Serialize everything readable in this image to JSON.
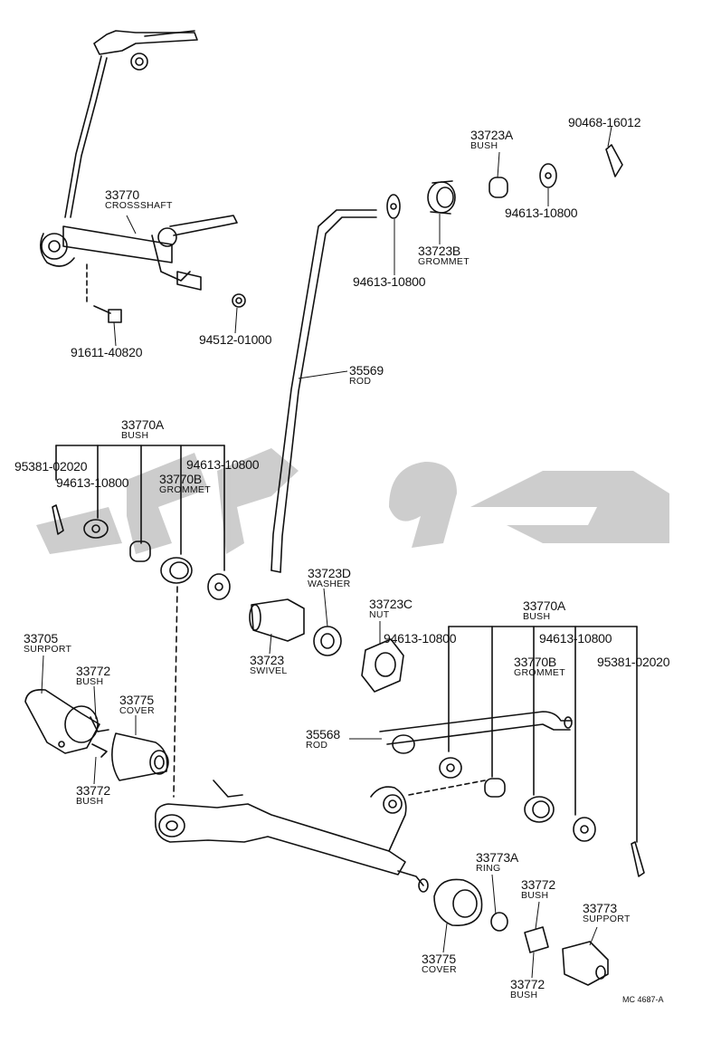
{
  "diagram_code": "MC 4687-A",
  "watermark": {
    "text": "ق ك و ل",
    "color": "#bdbdbd"
  },
  "parts": [
    {
      "id": "p33770",
      "number": "33770",
      "name": "CROSSSHAFT"
    },
    {
      "id": "p91611",
      "number": "91611-40820",
      "name": ""
    },
    {
      "id": "p94512",
      "number": "94512-01000",
      "name": ""
    },
    {
      "id": "p33723A",
      "number": "33723A",
      "name": "BUSH"
    },
    {
      "id": "p90468",
      "number": "90468-16012",
      "name": ""
    },
    {
      "id": "p94613a",
      "number": "94613-10800",
      "name": ""
    },
    {
      "id": "p33723B",
      "number": "33723B",
      "name": "GROMMET"
    },
    {
      "id": "p94613b",
      "number": "94613-10800",
      "name": ""
    },
    {
      "id": "p35569",
      "number": "35569",
      "name": "ROD"
    },
    {
      "id": "p33770A1",
      "number": "33770A",
      "name": "BUSH"
    },
    {
      "id": "p95381a",
      "number": "95381-02020",
      "name": ""
    },
    {
      "id": "p94613c",
      "number": "94613-10800",
      "name": ""
    },
    {
      "id": "p94613d",
      "number": "94613-10800",
      "name": ""
    },
    {
      "id": "p33770B1",
      "number": "33770B",
      "name": "GROMMET"
    },
    {
      "id": "p33723D",
      "number": "33723D",
      "name": "WASHER"
    },
    {
      "id": "p33723C",
      "number": "33723C",
      "name": "NUT"
    },
    {
      "id": "p33723",
      "number": "33723",
      "name": "SWIVEL"
    },
    {
      "id": "p33705",
      "number": "33705",
      "name": "SURPORT"
    },
    {
      "id": "p33772a",
      "number": "33772",
      "name": "BUSH"
    },
    {
      "id": "p33775a",
      "number": "33775",
      "name": "COVER"
    },
    {
      "id": "p33772b",
      "number": "33772",
      "name": "BUSH"
    },
    {
      "id": "p33770A2",
      "number": "33770A",
      "name": "BUSH"
    },
    {
      "id": "p94613e",
      "number": "94613-10800",
      "name": ""
    },
    {
      "id": "p94613f",
      "number": "94613-10800",
      "name": ""
    },
    {
      "id": "p33770B2",
      "number": "33770B",
      "name": "GROMMET"
    },
    {
      "id": "p95381b",
      "number": "95381-02020",
      "name": ""
    },
    {
      "id": "p35568",
      "number": "35568",
      "name": "ROD"
    },
    {
      "id": "p33773A",
      "number": "33773A",
      "name": "RING"
    },
    {
      "id": "p33772c",
      "number": "33772",
      "name": "BUSH"
    },
    {
      "id": "p33773",
      "number": "33773",
      "name": "SUPPORT"
    },
    {
      "id": "p33775b",
      "number": "33775",
      "name": "COVER"
    },
    {
      "id": "p33772d",
      "number": "33772",
      "name": "BUSH"
    }
  ]
}
